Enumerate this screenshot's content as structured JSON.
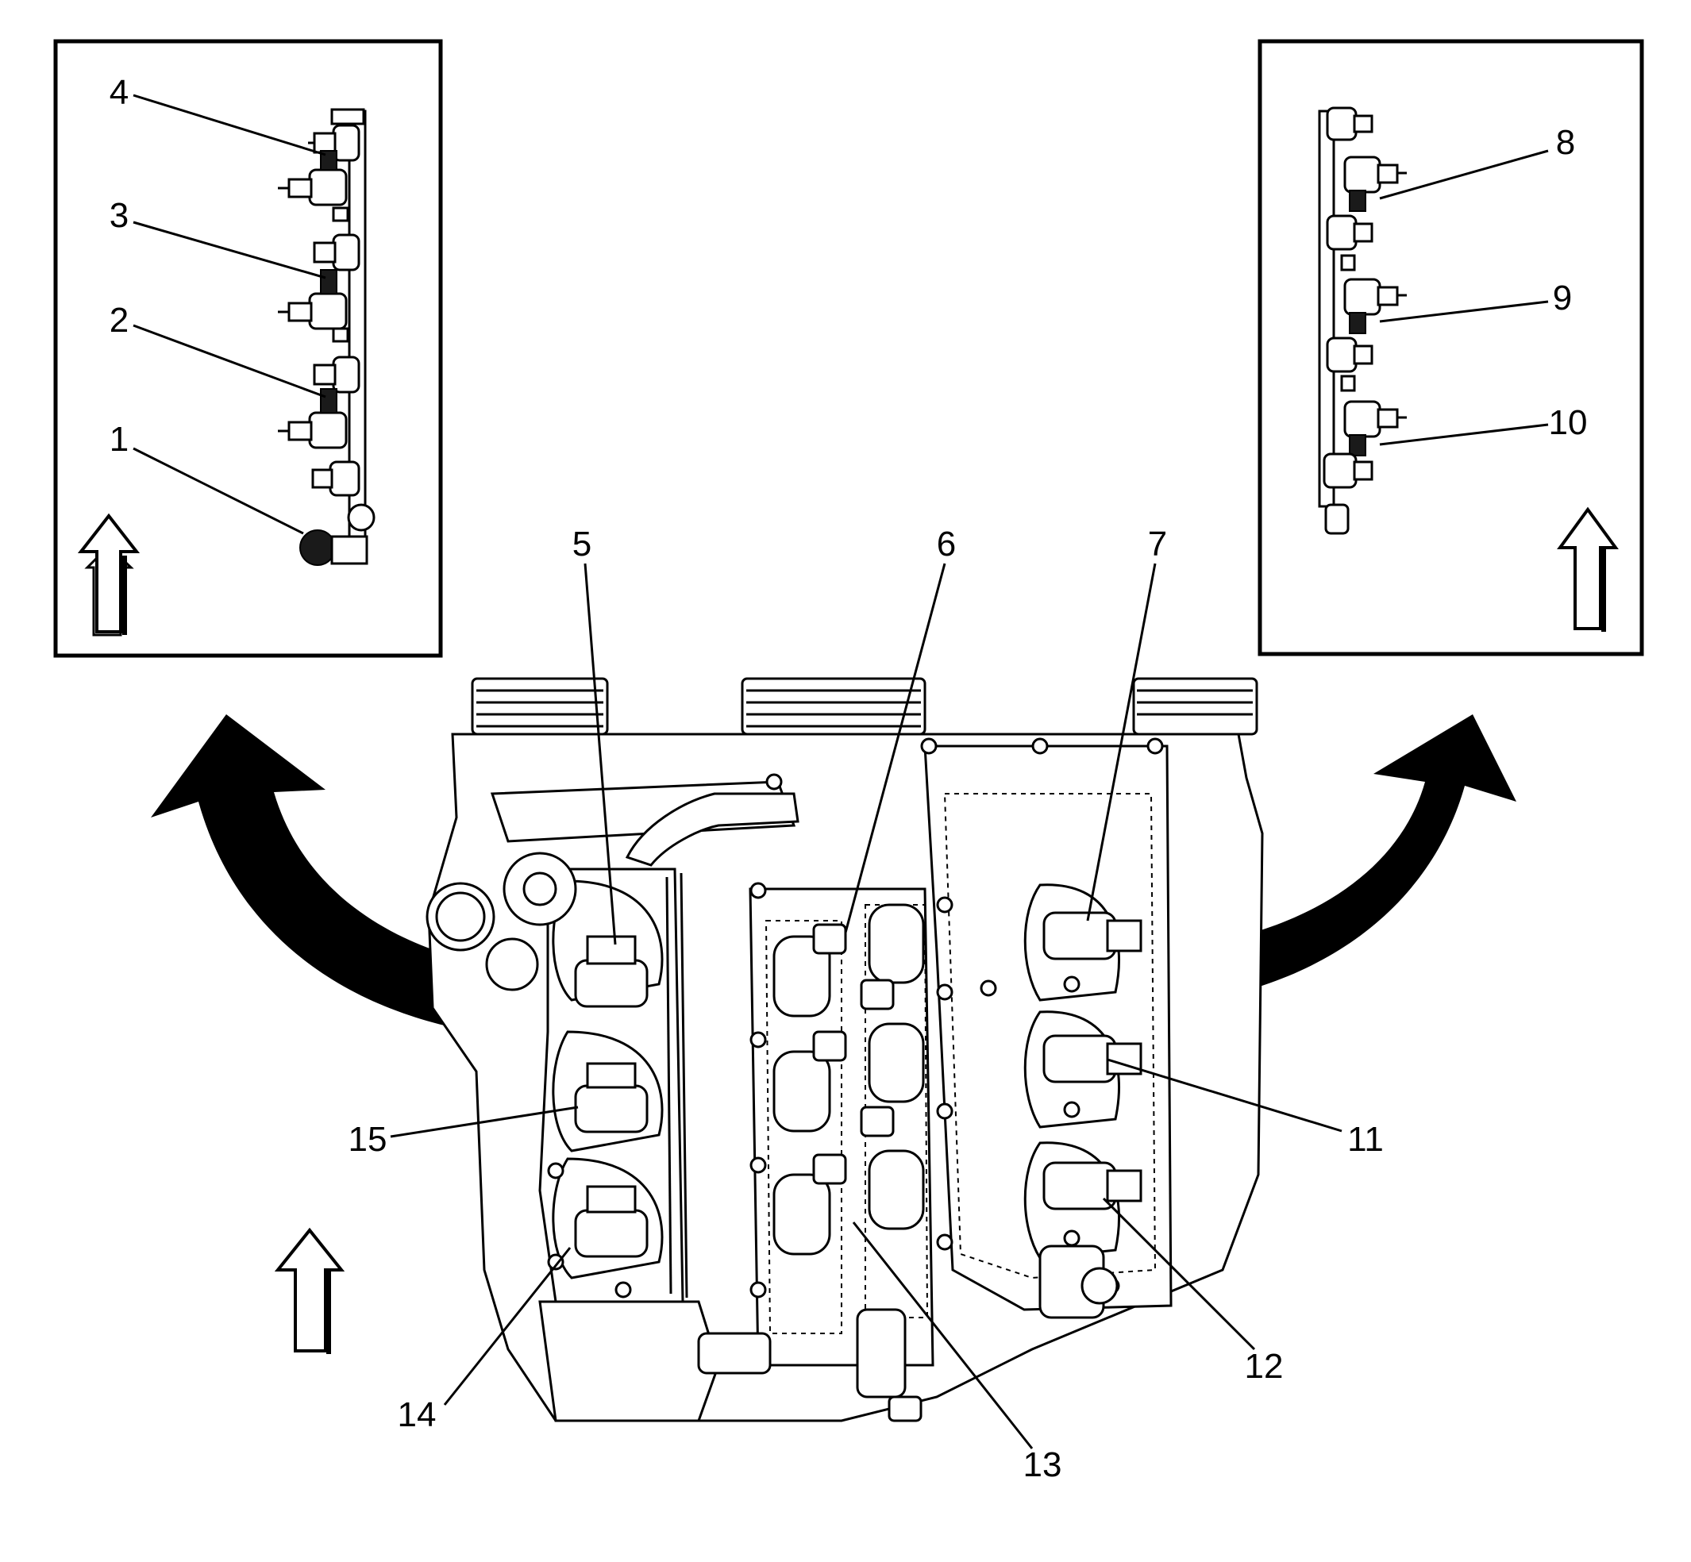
{
  "callouts": [
    "1",
    "2",
    "3",
    "4",
    "5",
    "6",
    "7",
    "8",
    "9",
    "10",
    "11",
    "12",
    "13",
    "14",
    "15"
  ],
  "icons": {
    "left_inset_arrow": "up-arrow-icon",
    "right_inset_arrow": "up-arrow-icon",
    "main_arrow": "up-arrow-icon",
    "left_curve": "curved-arrow-icon",
    "right_curve": "curved-arrow-icon"
  },
  "colors": {
    "line": "#000000",
    "background": "#ffffff"
  }
}
